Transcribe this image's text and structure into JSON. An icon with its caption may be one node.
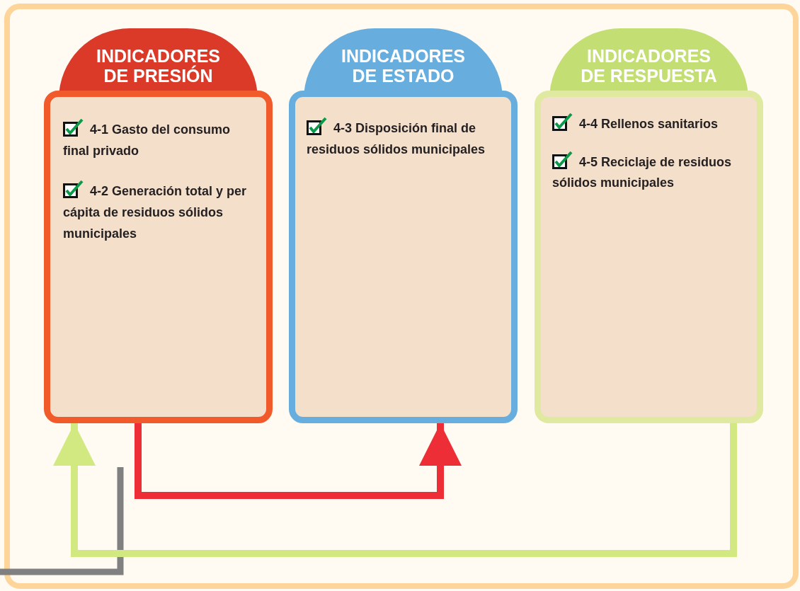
{
  "diagram": {
    "nodes": [
      {
        "text": [
          "INDICADORES DE PRESIÓN",
          "4-1 Gasto del consumo final privado",
          "4-2 Generación total y per cápita de residuos sólidos municipales"
        ]
      },
      {
        "text": [
          "INDICADORES DE ESTADO",
          "4-3 Disposición final de residuos sólidos municipales"
        ]
      },
      {
        "text": [
          "INDICADORES DE RESPUESTA",
          "4-4 Rellenos sanitarios",
          "4-5 Reciclaje de residuos sólidos municipales"
        ]
      }
    ],
    "edges": [
      {
        "from": 0,
        "to": 1,
        "arrow": "to",
        "color": "#ee2e37"
      },
      {
        "from": 2,
        "to": 0,
        "arrow": "to",
        "color": "#d2e982"
      }
    ]
  }
}
